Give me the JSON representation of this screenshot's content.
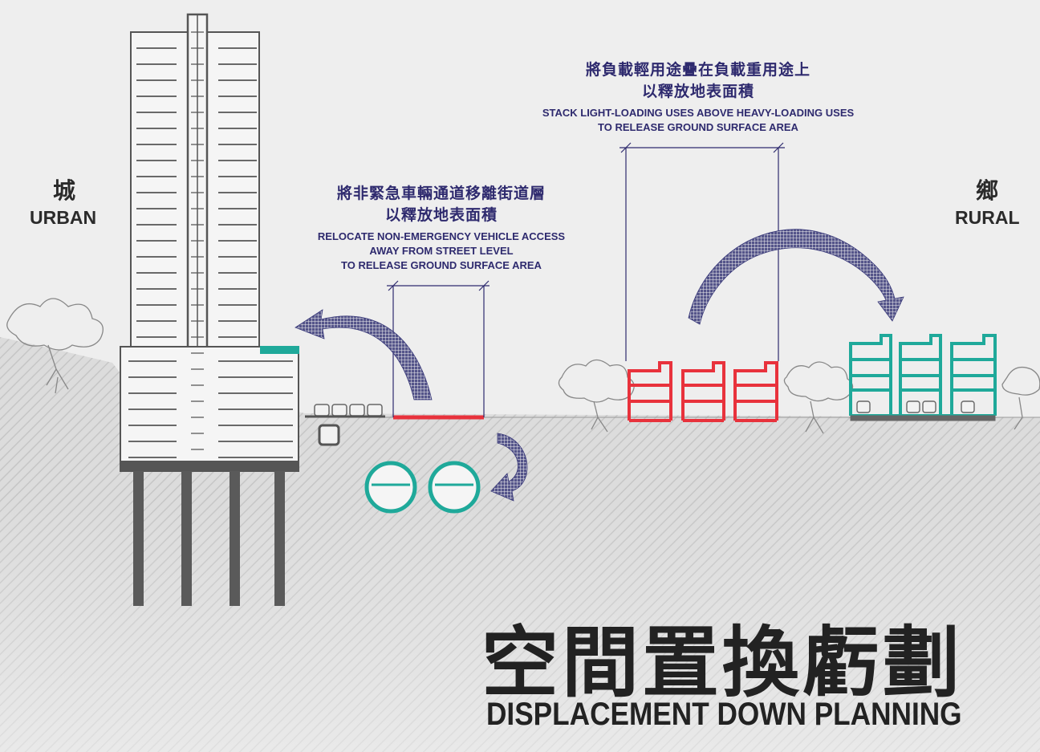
{
  "title": {
    "zh": "空間置換虧劃",
    "en": "DISPLACEMENT DOWN PLANNING"
  },
  "sides": {
    "urban": {
      "zh": "城",
      "en": "URBAN"
    },
    "rural": {
      "zh": "鄉",
      "en": "RURAL"
    }
  },
  "annotations": {
    "stack": {
      "zh_line1": "將負載輕用途疊在負載重用途上",
      "zh_line2": "以釋放地表面積",
      "en_line1": "STACK LIGHT-LOADING USES ABOVE HEAVY-LOADING USES",
      "en_line2": "TO RELEASE GROUND SURFACE AREA"
    },
    "relocate": {
      "zh_line1": "將非緊急車輛通道移離街道層",
      "zh_line2": "以釋放地表面積",
      "en_line1": "RELOCATE NON-EMERGENCY VEHICLE ACCESS",
      "en_line2": "AWAY FROM STREET LEVEL",
      "en_line3": "TO RELEASE GROUND SURFACE AREA"
    }
  },
  "colors": {
    "building": "#555555",
    "heavy_use": "#e8323c",
    "light_use": "#1fa99a",
    "arrow": "#3a3a7a",
    "text": "#2e2a6e"
  }
}
